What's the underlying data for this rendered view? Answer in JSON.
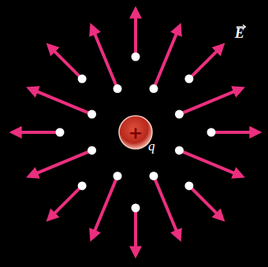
{
  "diagram": {
    "nodes": [
      {
        "text": [
          "+",
          "q"
        ]
      }
    ],
    "labels": [
      "E"
    ]
  }
}
